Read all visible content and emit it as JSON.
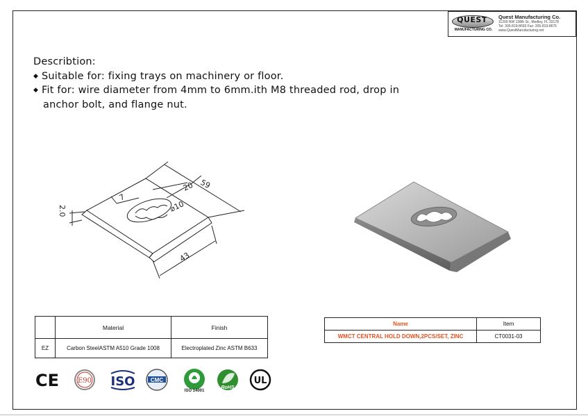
{
  "company": {
    "logo_text": "QUEST",
    "logo_sub": "MANUFACTURING CO.",
    "name": "Quest Manufacturing Co.",
    "address": "11200 NW 138th St., Medley, FL 33178",
    "phone": "Tel: 305-819-8693   Fax: 305-819-8675",
    "web": "www.QuestManufacturing.net"
  },
  "description": {
    "heading": "Describtion:",
    "bullets": [
      "Suitable for: fixing trays on machinery or floor.",
      "Fit for: wire diameter from 4mm to 6mm.ith M8 threaded rod, drop in"
    ],
    "continuation": "anchor bolt, and flange nut."
  },
  "dimensions": {
    "d59": "59",
    "d20": "20",
    "d7": "7",
    "d10": "⌀10",
    "d2": "2.0",
    "d43": "43"
  },
  "material_table": {
    "headers": [
      "",
      "Material",
      "Finish"
    ],
    "rows": [
      [
        "EZ",
        "Carbon SteelASTM A510 Grade 1008",
        "Electroplated Zinc ASTM B633"
      ]
    ]
  },
  "name_table": {
    "headers": [
      "Name",
      "Item"
    ],
    "rows": [
      [
        "WMCT CENTRAL HOLD DOWN,2PCS/SET, ZINC",
        "CT0031-03"
      ]
    ]
  },
  "certifications": {
    "ce": "CE",
    "e90": "E90",
    "iso": "ISO",
    "cmc": "CMC",
    "iso14001": "ISO 14001",
    "rohs": "RoHS",
    "ul": "UL"
  },
  "colors": {
    "accent_orange": "#e8501e",
    "cmc_blue": "#1f4f9a",
    "iso_green": "#2e9a3a",
    "rohs_green": "#2f8f2f",
    "e90_red": "#c0392b"
  }
}
